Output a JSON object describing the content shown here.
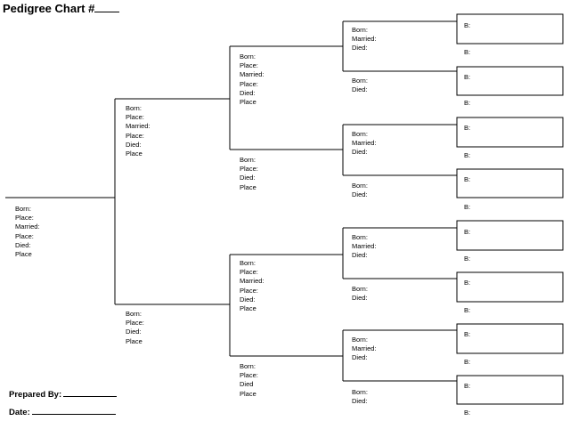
{
  "title": "Pedigree Chart #",
  "footer": {
    "prepared_by_label": "Prepared By:",
    "date_label": "Date:"
  },
  "labels": {
    "born": "Born:",
    "place_colon": "Place:",
    "place": "Place",
    "married": "Married:",
    "died": "Died:",
    "died_no_colon": "Died",
    "b": "B:"
  }
}
